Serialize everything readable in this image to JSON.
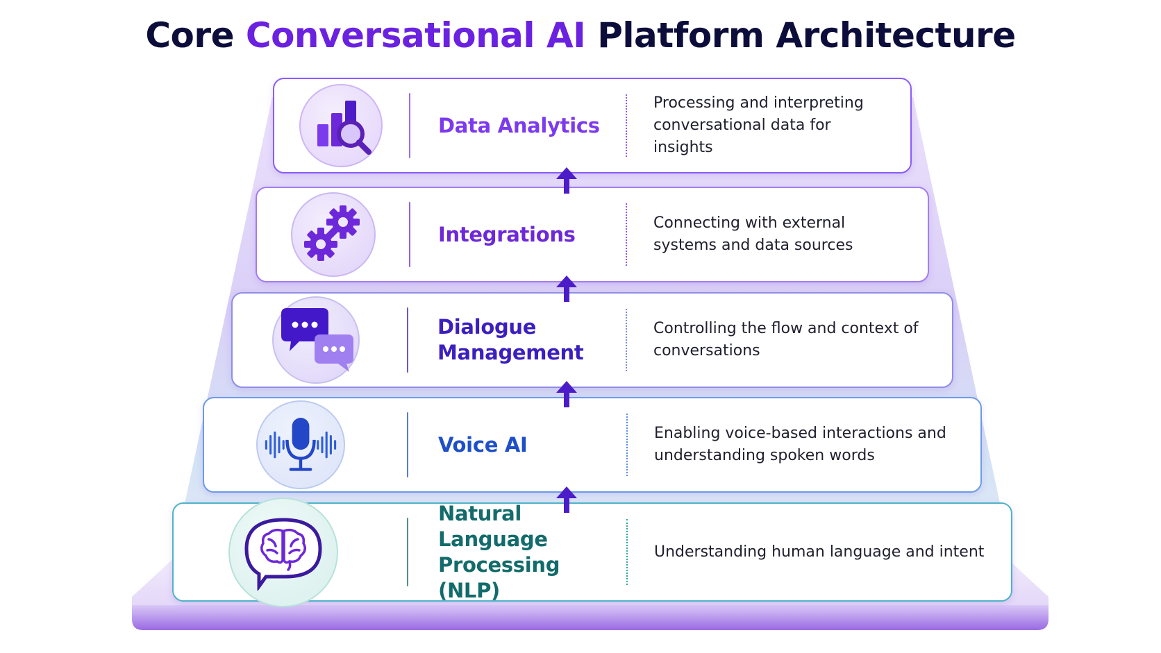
{
  "title": {
    "part1": "Core ",
    "part2": "Conversational AI",
    "part3": " Platform Architecture"
  },
  "colors": {
    "title_dark": "#0d0d3b",
    "accent_purple": "#6b21e0",
    "arrow": "#4c1cc9"
  },
  "layers": [
    {
      "name": "Data Analytics",
      "description": "Processing and interpreting conversational data for insights",
      "icon": "bar-chart-magnifier-icon",
      "color": "#7c3aed"
    },
    {
      "name": "Integrations",
      "description": "Connecting with external systems and data sources",
      "icon": "gears-icon",
      "color": "#6d28d9"
    },
    {
      "name": "Dialogue Management",
      "description": "Controlling the flow and context of conversations",
      "icon": "chat-bubbles-icon",
      "color": "#3b1fbf"
    },
    {
      "name": "Voice AI",
      "description": "Enabling voice-based interactions and understanding spoken words",
      "icon": "microphone-waveform-icon",
      "color": "#1f4fc8"
    },
    {
      "name": "Natural Language Processing (NLP)",
      "description": "Understanding human language and intent",
      "icon": "brain-speech-bubble-icon",
      "color": "#136b6b"
    }
  ]
}
